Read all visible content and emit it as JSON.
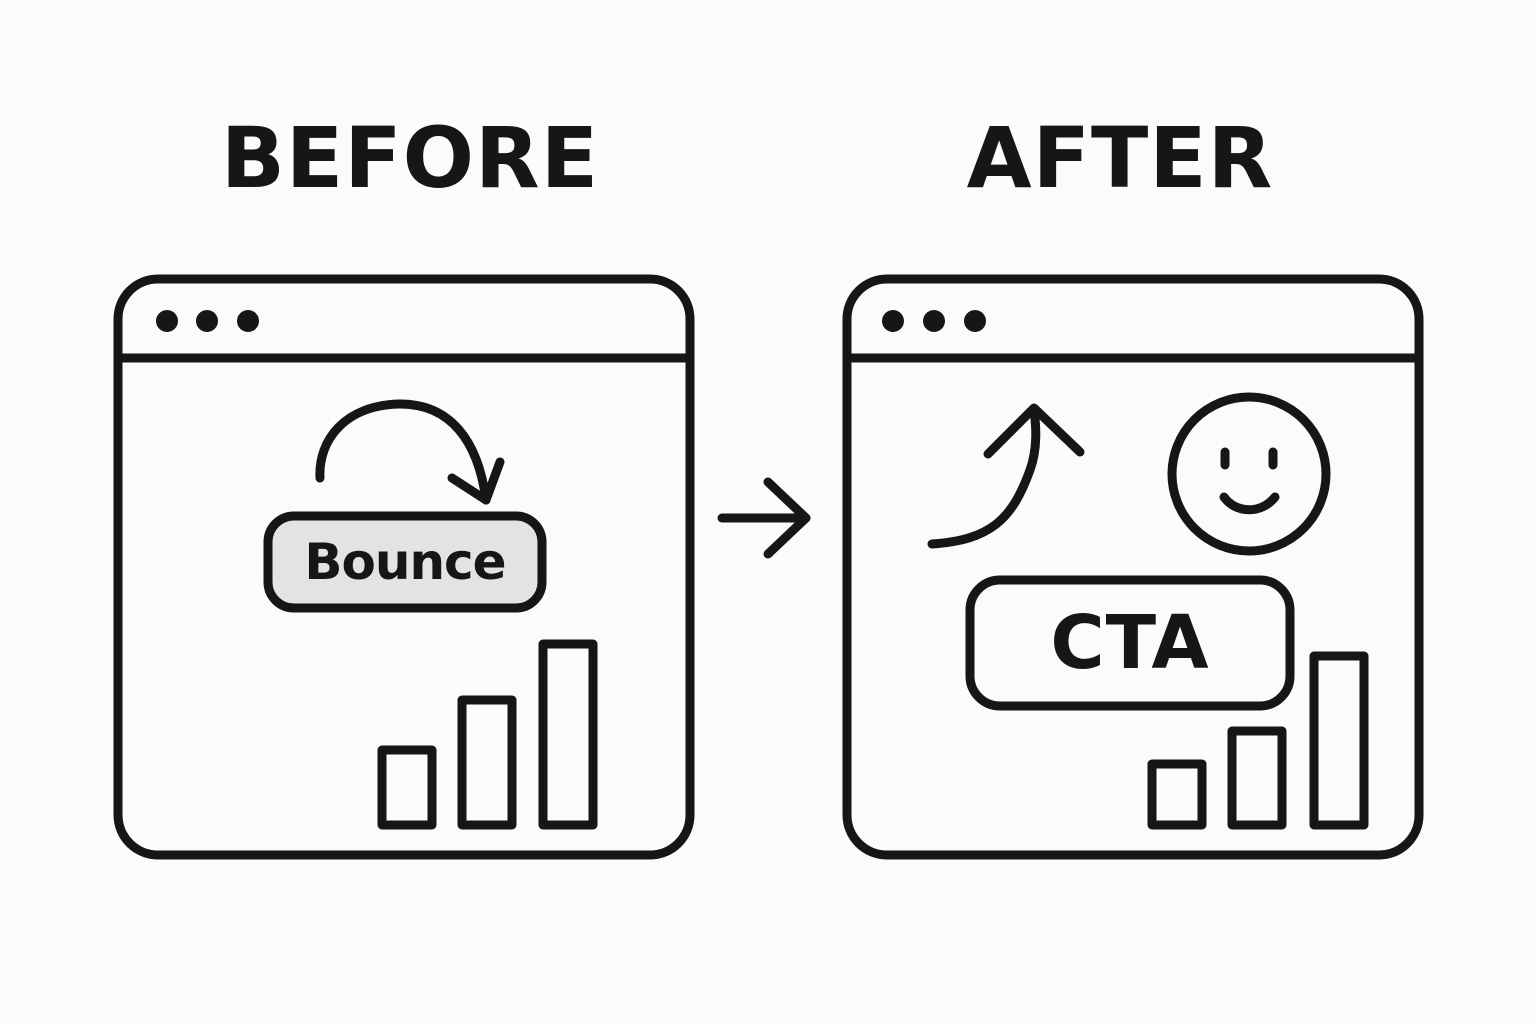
{
  "before": {
    "heading": "BEFORE",
    "button_label": "Bounce",
    "icons": [
      "window-icon",
      "bounce-arrow-icon",
      "bar-chart-icon"
    ],
    "bar_levels": [
      0.43,
      0.69,
      1.0
    ]
  },
  "after": {
    "heading": "AFTER",
    "button_label": "CTA",
    "icons": [
      "window-icon",
      "growth-arrow-icon",
      "smiley-face-icon",
      "bar-chart-icon"
    ],
    "bar_levels": [
      0.38,
      0.56,
      1.0
    ]
  },
  "transition_icon": "right-arrow-icon",
  "colors": {
    "stroke": "#161616",
    "background": "#fbfbfb",
    "bounce_fill": "#e3e3e3"
  }
}
